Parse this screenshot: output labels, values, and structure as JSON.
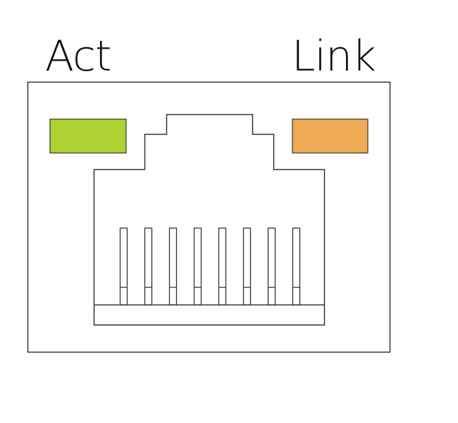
{
  "labels": {
    "act": "Act",
    "link": "Link"
  },
  "leds": {
    "act_color": "#acd130",
    "link_color": "#eeaa55"
  },
  "connector": {
    "pin_count": 8,
    "outline_color": "#333333"
  }
}
